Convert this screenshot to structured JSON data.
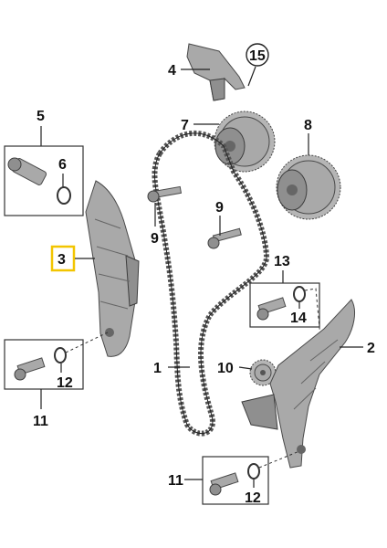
{
  "labels": {
    "l1": "1",
    "l2": "2",
    "l3": "3",
    "l4": "4",
    "l5": "5",
    "l6": "6",
    "l7": "7",
    "l8": "8",
    "l9a": "9",
    "l9b": "9",
    "l10": "10",
    "l11a": "11",
    "l11b": "11",
    "l12a": "12",
    "l12b": "12",
    "l13": "13",
    "l14": "14",
    "l15": "15"
  },
  "colors": {
    "highlight": "#f2c500",
    "part_fill": "#a9a9a9",
    "line": "#222222"
  }
}
